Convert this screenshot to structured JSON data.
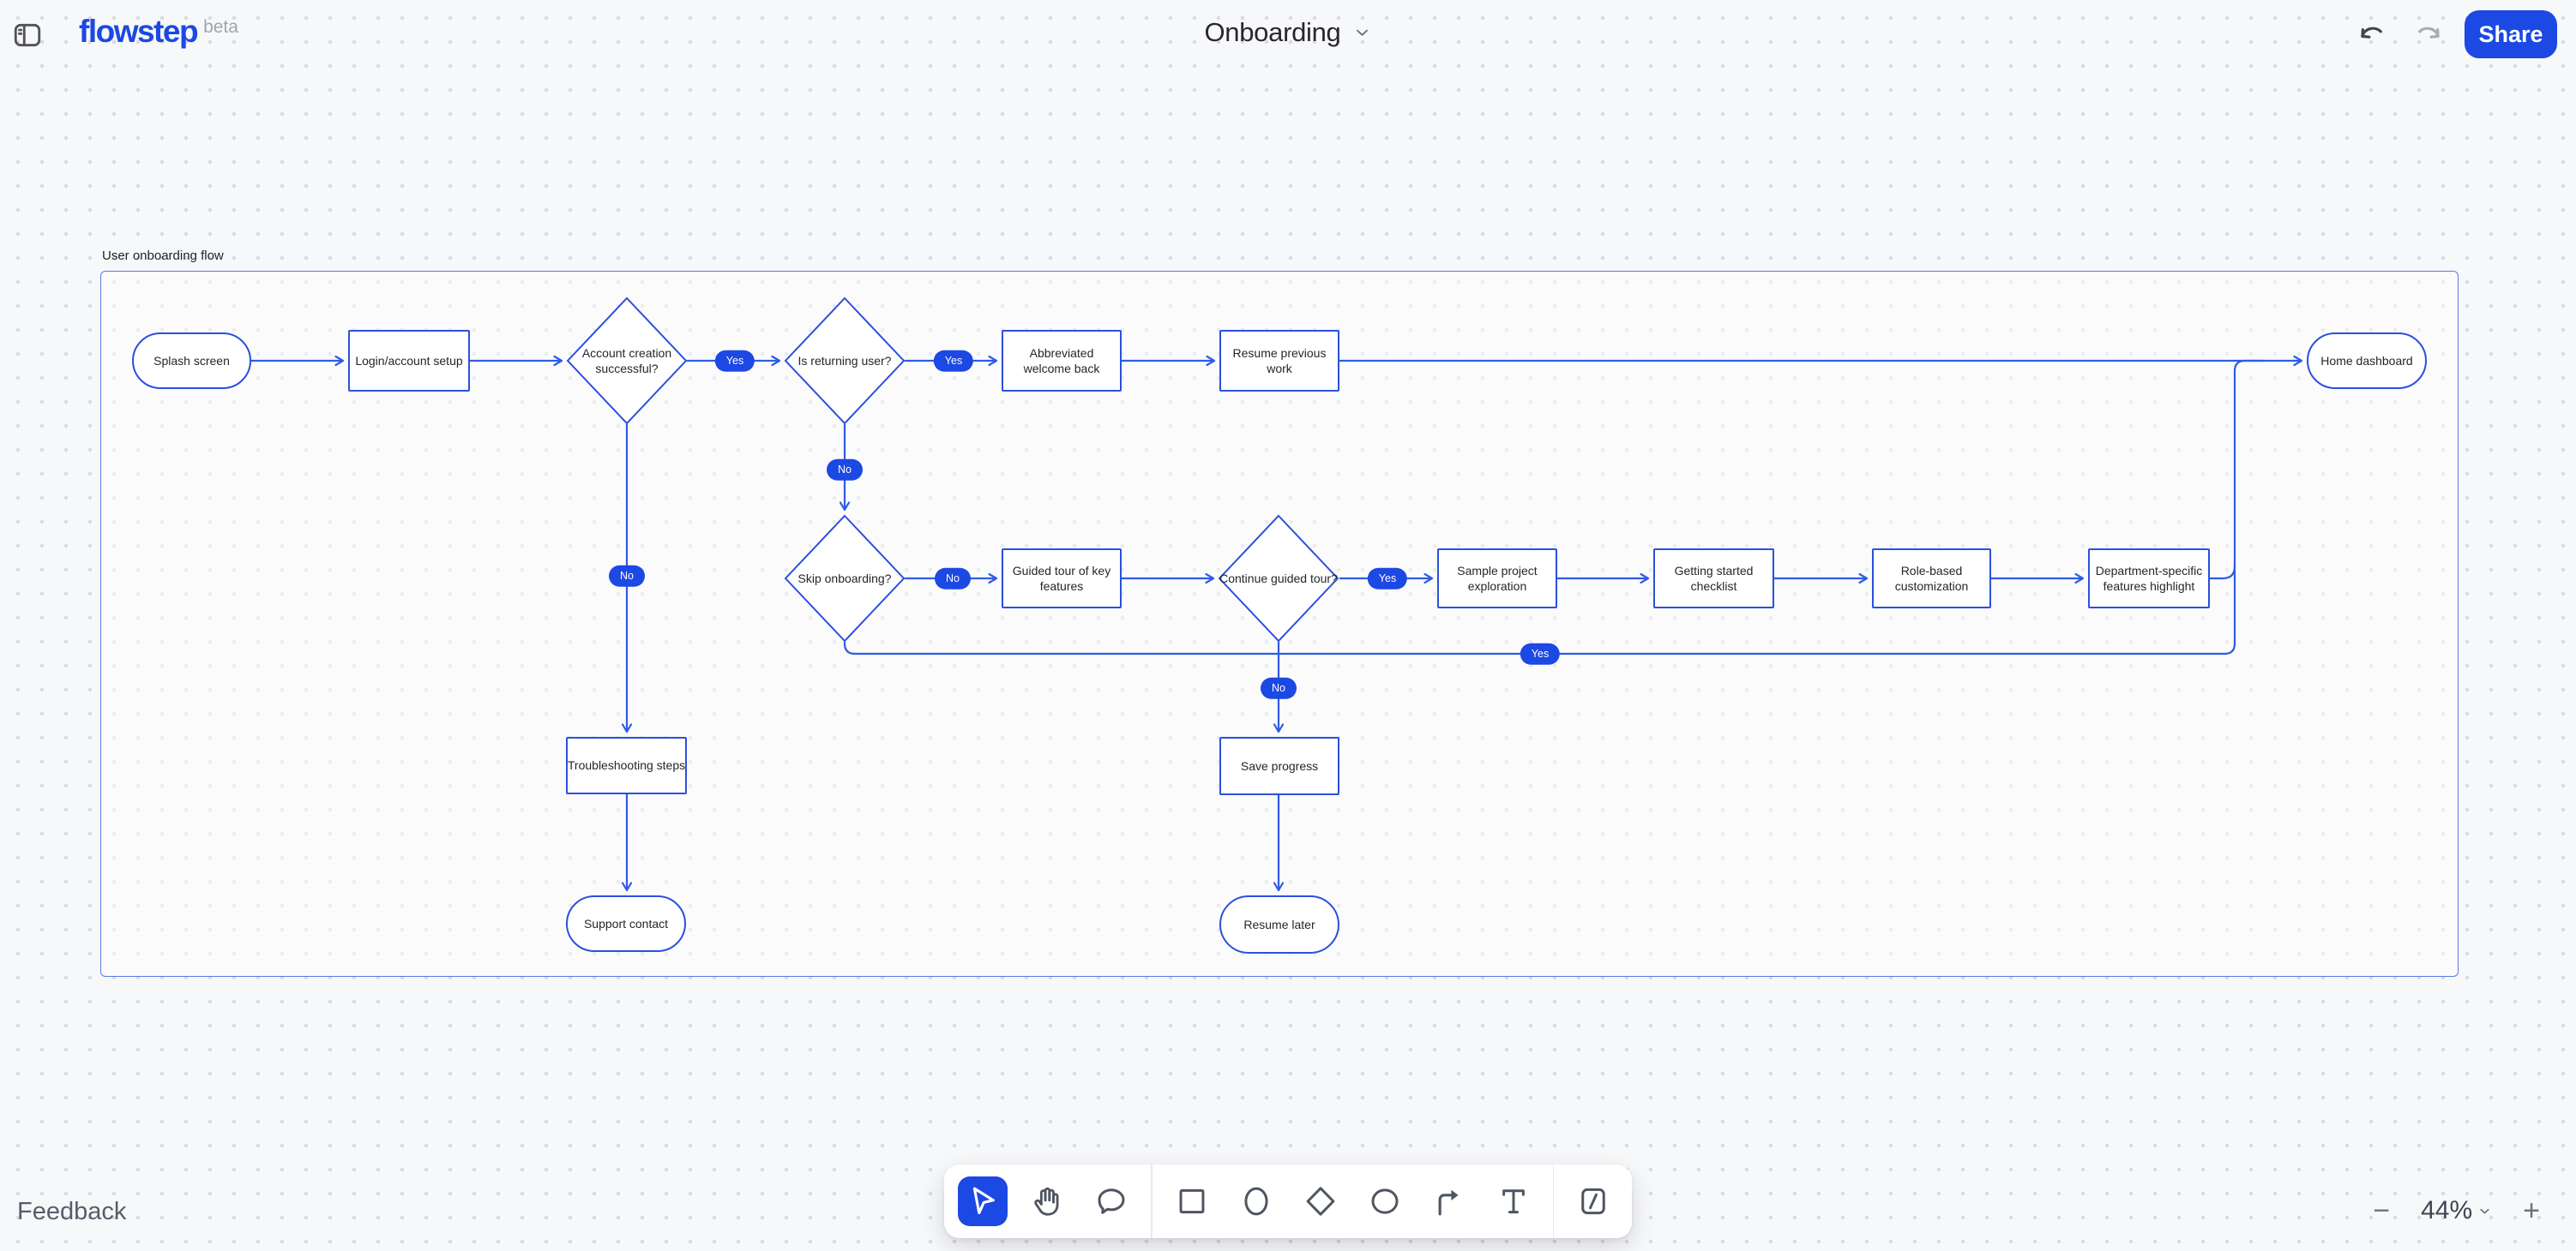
{
  "header": {
    "logo": "flowstep",
    "logo_badge": "beta",
    "doc_title": "Onboarding",
    "share_label": "Share"
  },
  "frame_label": "User onboarding flow",
  "nodes": {
    "splash": "Splash screen",
    "login": "Login/account setup",
    "account_creation": "Account creation successful?",
    "returning_user": "Is returning user?",
    "abbreviated_welcome": "Abbreviated welcome back",
    "resume_previous": "Resume previous work",
    "home_dashboard": "Home dashboard",
    "skip_onboarding": "Skip onboarding?",
    "guided_tour": "Guided tour of key features",
    "continue_tour": "Continue guided tour?",
    "sample_project": "Sample project exploration",
    "getting_started": "Getting started checklist",
    "role_based": "Role-based customization",
    "department_specific": "Department-specific features highlight",
    "troubleshooting": "Troubleshooting steps",
    "support_contact": "Support contact",
    "save_progress": "Save progress",
    "resume_later": "Resume later"
  },
  "edges": {
    "account_yes": "Yes",
    "returning_yes": "Yes",
    "account_no": "No",
    "returning_no": "No",
    "skip_no": "No",
    "continue_yes": "Yes",
    "skip_yes": "Yes",
    "continue_no": "No"
  },
  "toolbar": {
    "tools": [
      "select",
      "hand",
      "comment",
      "rectangle",
      "ellipse",
      "diamond",
      "circle",
      "connector",
      "text",
      "frame"
    ],
    "active_tool": "select"
  },
  "footer": {
    "feedback": "Feedback",
    "zoom_out": "−",
    "zoom_level": "44%",
    "zoom_in": "+"
  },
  "colors": {
    "accent": "#1c48e3",
    "line": "#2e5be6",
    "node-border": "#2b50dd",
    "frame-border": "#5b79e8"
  }
}
